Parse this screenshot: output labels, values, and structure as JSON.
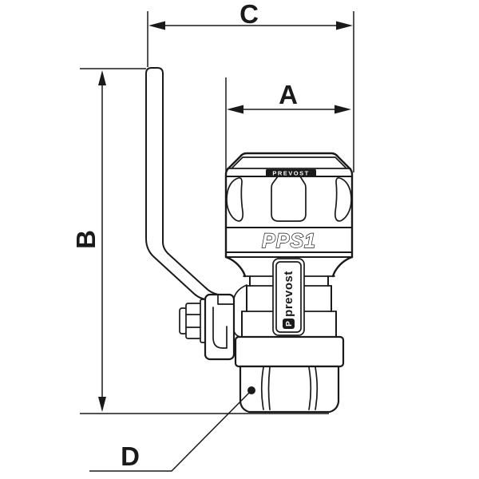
{
  "drawing": {
    "dimension_labels": {
      "a": "A",
      "b": "B",
      "c": "C",
      "d": "D"
    },
    "markings": {
      "band": "PPS1",
      "cap_strip": "PREVOST",
      "side_band": "prevost",
      "side_logo": "P"
    },
    "colors": {
      "line": "#1a1a1a",
      "background": "#ffffff"
    }
  }
}
